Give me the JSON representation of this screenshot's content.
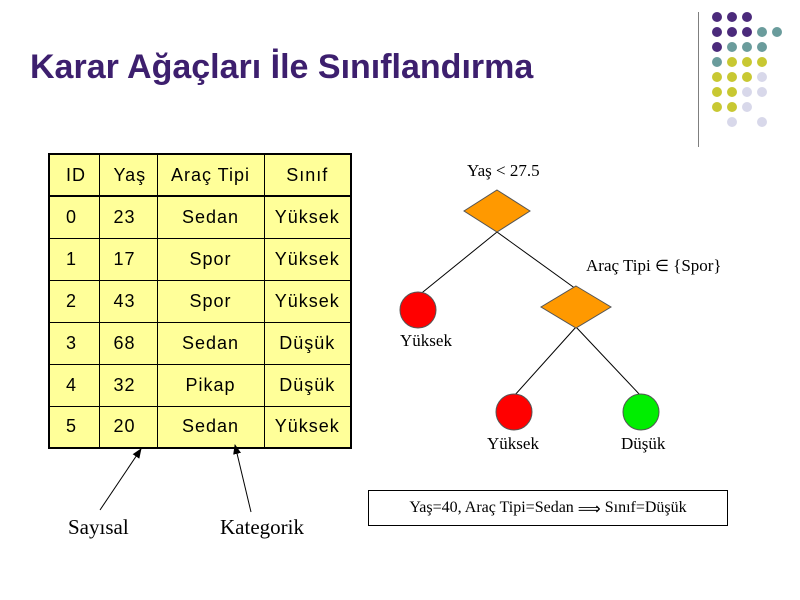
{
  "slide": {
    "title": "Karar Ağaçları İle Sınıflandırma",
    "colors": {
      "title": "#3d1f6e",
      "table_bg": "#ffff99",
      "dot_purple": "#4b2a7b",
      "dot_teal": "#6a9c9c",
      "dot_olive": "#c8c832",
      "dot_lavender": "#d8d8ea"
    }
  },
  "table": {
    "headers": [
      "ID",
      "Yaş",
      "Araç Tipi",
      "Sınıf"
    ],
    "rows": [
      [
        "0",
        "23",
        "Sedan",
        "Yüksek"
      ],
      [
        "1",
        "17",
        "Spor",
        "Yüksek"
      ],
      [
        "2",
        "43",
        "Spor",
        "Yüksek"
      ],
      [
        "3",
        "68",
        "Sedan",
        "Düşük"
      ],
      [
        "4",
        "32",
        "Pikap",
        "Düşük"
      ],
      [
        "5",
        "20",
        "Sedan",
        "Yüksek"
      ]
    ]
  },
  "annotations": {
    "numeric": "Sayısal",
    "categorical": "Kategorik"
  },
  "tree": {
    "root": {
      "label": "Yaş < 27.5",
      "color": "#ff9900"
    },
    "node2": {
      "label_prefix": "Araç Tipi",
      "element_symbol": "∈",
      "label_set": "{Spor}",
      "color": "#ff9900"
    },
    "leaves": [
      {
        "label": "Yüksek",
        "color": "#ff0000"
      },
      {
        "label": "Yüksek",
        "color": "#ff0000"
      },
      {
        "label": "Düşük",
        "color": "#00ee00"
      }
    ]
  },
  "rule": {
    "condition": "Yaş=40, Araç Tipi=Sedan",
    "implies_symbol": "⟹",
    "result": "Sınıf=Düşük"
  }
}
